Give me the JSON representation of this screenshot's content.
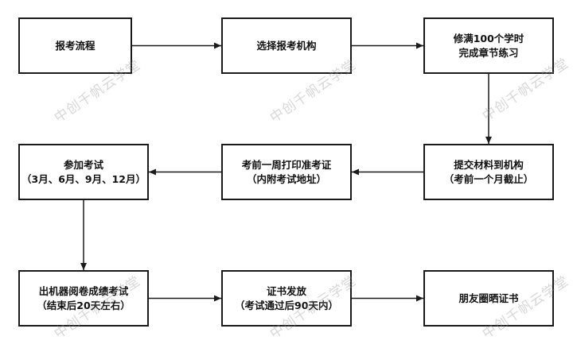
{
  "colors": {
    "stroke": "#1a1a1a",
    "text": "#111111",
    "background": "#ffffff",
    "watermark": "#969696"
  },
  "nodes": [
    {
      "id": "n1",
      "lines": [
        "报考流程"
      ]
    },
    {
      "id": "n2",
      "lines": [
        "选择报考机构"
      ]
    },
    {
      "id": "n3",
      "lines": [
        "修满100个学时",
        "完成章节练习"
      ]
    },
    {
      "id": "n4",
      "lines": [
        "提交材料到机构",
        "（考前一个月截止）"
      ]
    },
    {
      "id": "n5",
      "lines": [
        "考前一周打印准考证",
        "（内附考试地址）"
      ]
    },
    {
      "id": "n6",
      "lines": [
        "参加考试",
        "（3月、6月、9月、12月）"
      ]
    },
    {
      "id": "n7",
      "lines": [
        "出机器阅卷成绩考试",
        "（结束后20天左右）"
      ]
    },
    {
      "id": "n8",
      "lines": [
        "证书发放",
        "（考试通过后90天内）"
      ]
    },
    {
      "id": "n9",
      "lines": [
        "朋友圈晒证书"
      ]
    }
  ],
  "edges": [
    {
      "from": "n1",
      "to": "n2"
    },
    {
      "from": "n2",
      "to": "n3"
    },
    {
      "from": "n3",
      "to": "n4"
    },
    {
      "from": "n4",
      "to": "n5"
    },
    {
      "from": "n5",
      "to": "n6"
    },
    {
      "from": "n6",
      "to": "n7"
    },
    {
      "from": "n7",
      "to": "n8"
    },
    {
      "from": "n8",
      "to": "n9"
    }
  ],
  "watermark": "中创千帆云学堂"
}
